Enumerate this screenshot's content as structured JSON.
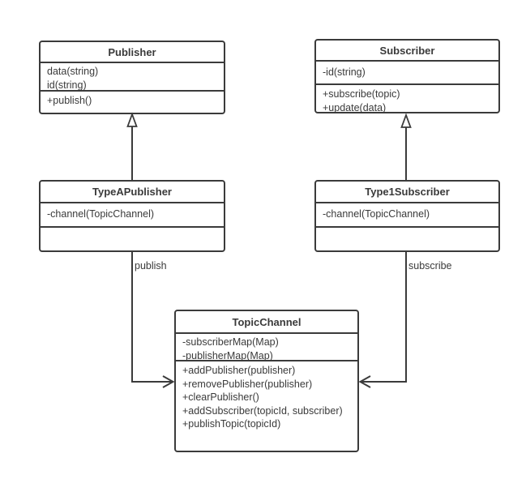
{
  "diagram": {
    "type": "uml-class-diagram",
    "colors": {
      "line": "#3b3b3b",
      "text": "#3a3a3a",
      "background": "#ffffff"
    },
    "classes": {
      "publisher": {
        "title": "Publisher",
        "attributes": [
          "data(string)",
          "id(string)"
        ],
        "methods": [
          "+publish()"
        ]
      },
      "subscriber": {
        "title": "Subscriber",
        "attributes": [
          "-id(string)"
        ],
        "methods": [
          "+subscribe(topic)",
          "+update(data)"
        ]
      },
      "typeAPublisher": {
        "title": "TypeAPublisher",
        "attributes": [
          "-channel(TopicChannel)"
        ],
        "methods": []
      },
      "type1Subscriber": {
        "title": "Type1Subscriber",
        "attributes": [
          "-channel(TopicChannel)"
        ],
        "methods": []
      },
      "topicChannel": {
        "title": "TopicChannel",
        "attributes": [
          "-subscriberMap(Map)",
          "-publisherMap(Map)"
        ],
        "methods": [
          "+addPublisher(publisher)",
          "+removePublisher(publisher)",
          "+clearPublisher()",
          "+addSubscriber(topicId, subscriber)",
          "+publishTopic(topicId)"
        ]
      }
    },
    "connectors": {
      "generalization_publisher": {
        "from": "TypeAPublisher",
        "to": "Publisher",
        "style": "hollow-triangle"
      },
      "generalization_subscriber": {
        "from": "Type1Subscriber",
        "to": "Subscriber",
        "style": "hollow-triangle"
      },
      "publish": {
        "label": "publish",
        "from": "TypeAPublisher",
        "to": "TopicChannel",
        "style": "open-arrow"
      },
      "subscribe": {
        "label": "subscribe",
        "from": "Type1Subscriber",
        "to": "TopicChannel",
        "style": "open-arrow"
      }
    }
  }
}
